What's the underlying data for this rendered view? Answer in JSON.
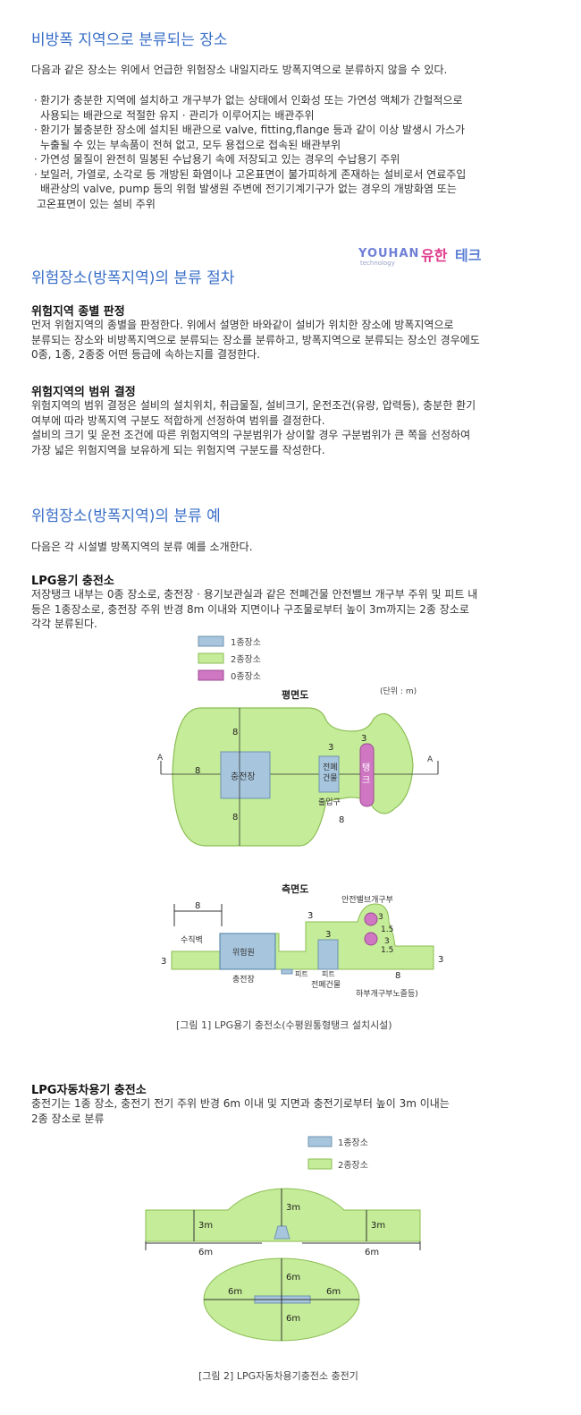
{
  "s1": {
    "title": "비방폭 지역으로 분류되는 장소",
    "intro": "다음과 같은 장소는 위에서 언급한 위험장소 내일지라도 방폭지역으로 분류하지 않을 수 있다.",
    "bullets": [
      [
        "환기가 충분한 지역에 설치하고 개구부가 없는 상태에서 인화성 또는 가연성 액체가 간헐적으로",
        "사용되는 배관으로 적절한 유지 · 관리가 이루어지는 배관주위"
      ],
      [
        "환기가 불충분한 장소에 설치된 배관으로 valve, fitting,flange 등과 같이 이상 발생시 가스가",
        "누출될 수 있는 부속품이 전혀 없고, 모두 용접으로 접속된 배관부위"
      ],
      [
        "가연성 물질이 완전히 밀봉된 수납용기 속에 저장되고 있는 경우의 수납용기 주위"
      ],
      [
        "보일러, 가열로, 소각로 등 개방된 화염이나 고온표면이 불가피하게 존재하는 설비로서 연료주입",
        "배관상의 valve, pump 등의 위험 발생원 주변에 전기기계기구가 없는 경우의 개방화염 또는",
        "고온표면이 있는 설비 주위"
      ]
    ]
  },
  "logo": {
    "brand": "YOUHAN",
    "sub": "technology",
    "korean_1": "유한",
    "korean_2": "테크"
  },
  "s2": {
    "title": "위험장소(방폭지역)의 분류 절차",
    "sub1": "위험지역 종별 판정",
    "p1": [
      "먼저 위험지역의 종별을 판정한다. 위에서 설명한 바와같이 설비가 위치한 장소에 방폭지역으로",
      "분류되는 장소와 비방폭지역으로 분류되는 장소를 분류하고, 방폭지역으로 분류되는 장소인 경우에도",
      "0종, 1종, 2종중 어떤 등급에 속하는지를 결정한다."
    ],
    "sub2": "위험지역의 범위 결정",
    "p2": [
      "위험지역의 범위 결정은 설비의 설치위치, 취급물질, 설비크기, 운전조건(유량, 압력등), 충분한 환기",
      "여부에 따라 방폭지역 구분도 적합하게 선정하여 범위를 결정한다.",
      "설비의 크기 및 운전 조건에 따른 위험지역의 구분범위가 상이할 경우 구분범위가 큰 쪽을 선정하여",
      "가장 넓은 위험지역을 보유하게 되는 위험지역 구분도를 작성한다."
    ]
  },
  "s3": {
    "title": "위험장소(방폭지역)의 분류 예",
    "intro": "다음은 각 시설별 방폭지역의 분류 예를 소개한다.",
    "sub1": "LPG용기 충전소",
    "p1": [
      "저장탱크 내부는 0종 장소로, 충전장 · 용기보관실과 같은 전폐건물 안전밸브 개구부 주위 및 피트 내",
      "등은 1종장소로, 충전장 주위 반경 8m 이내와 지면이나 구조물로부터 높이 3m까지는 2종 장소로",
      "각각 분류된다."
    ],
    "sub2": "LPG자동차용기 충전소",
    "p2": [
      "충전기는 1종 장소, 충전기 전기 주위 반경 6m 이내 및 지면과 충전기로부터 높이 3m 이내는",
      "2종 장소로 분류"
    ]
  },
  "fig1": {
    "legend": [
      "1종장소",
      "2종장소",
      "0종장소"
    ],
    "plan_title": "평면도",
    "unit": "(단위 : m)",
    "side_title": "측면도",
    "labels": {
      "station": "충전장",
      "building": [
        "전폐",
        "건물"
      ],
      "tank": [
        "탱",
        "크"
      ],
      "entrance": "출입구",
      "a": "A",
      "wall": "수직벽",
      "source": "위험원",
      "station2": "충전장",
      "pit": "피트",
      "pit2": "피트",
      "building2": "전폐건물",
      "valve": "안전밸브개구부",
      "lower": "하부개구부노즐등)"
    },
    "dims": {
      "d8": "8",
      "d3": "3",
      "d15": "1.5"
    },
    "caption": "[그림 1] LPG용기 충전소(수평원통형탱크 설치시설)"
  },
  "fig2": {
    "legend": [
      "1종장소",
      "2종장소"
    ],
    "dims": {
      "m3": "3m",
      "m6": "6m"
    },
    "caption": "[그림 2] LPG자동차용기충전소 충전기"
  },
  "colors": {
    "heading": "#3a6fc8",
    "zone1": "#a7c6de",
    "zone2": "#c5ec98",
    "zone0": "#cf77c3",
    "zone2_stroke": "#8cbd55"
  }
}
